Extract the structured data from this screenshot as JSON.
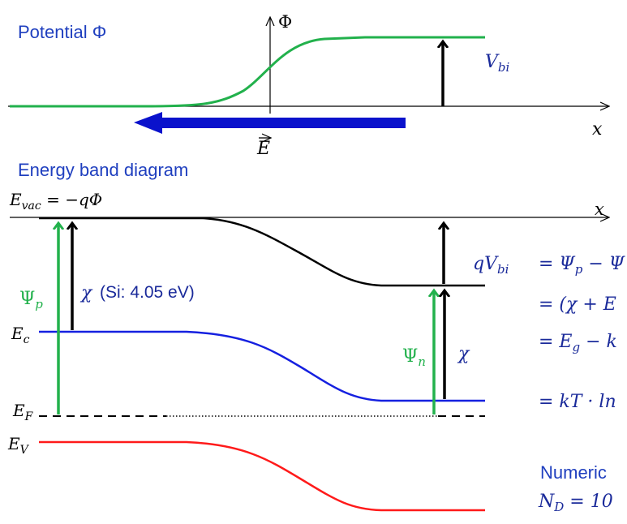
{
  "colors": {
    "title": "#1f3fbf",
    "potential_curve": "#22b14c",
    "e_field_arrow": "#0a12cc",
    "conduction_band": "#1520e0",
    "valence_band": "#ff1a1a",
    "vacuum_level": "#000000",
    "psi_arrows": "#22b14c",
    "text_dark": "#000000",
    "equation_text": "#1a2a9a"
  },
  "top_panel": {
    "title": "Potential Φ",
    "y_axis_label": "Φ",
    "x_axis_label": "x",
    "vbi_label_main": "V",
    "vbi_label_sub": "bi",
    "efield_label": "E"
  },
  "band_panel": {
    "title": "Energy band diagram",
    "x_axis_label": "x",
    "evac_label_main": "E",
    "evac_label_sub": "vac",
    "evac_label_rest": " = −qΦ",
    "ec_main": "E",
    "ec_sub": "c",
    "ef_main": "E",
    "ef_sub": "F",
    "ev_main": "E",
    "ev_sub": "V",
    "psi_p_main": "Ψ",
    "psi_p_sub": "p",
    "psi_n_main": "Ψ",
    "psi_n_sub": "n",
    "chi_left": "χ",
    "chi_left_note": "(Si: 4.05 eV)",
    "chi_right": "χ"
  },
  "equations": {
    "qvbi_q": "qV",
    "qvbi_sub": "bi",
    "line1": "= Ψ",
    "line1_sub": "p",
    "line1_rest": " − Ψ",
    "line2": "= (χ + E",
    "line3": "= E",
    "line3_sub": "g",
    "line3_rest": " − k",
    "line4": "= kT · ln",
    "numeric_label": "Numeric",
    "nd_main": "N",
    "nd_sub": "D",
    "nd_rest": " = 10"
  }
}
